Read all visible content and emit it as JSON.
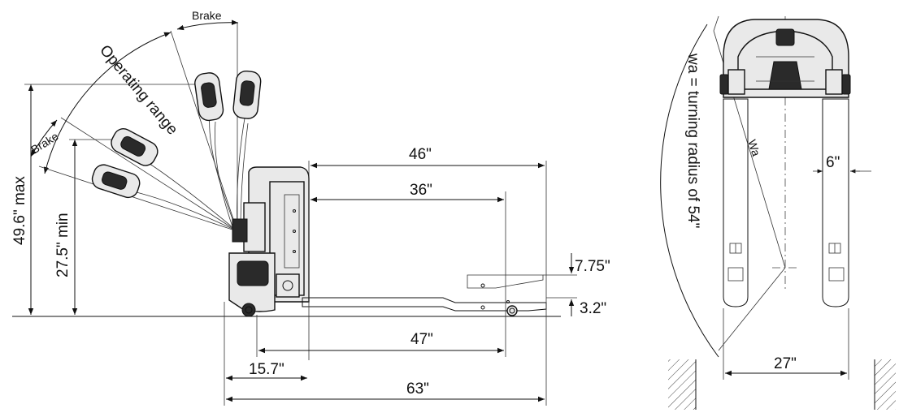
{
  "side_view": {
    "brake_top": "Brake",
    "brake_left": "Brake",
    "operating_range": "Operating range",
    "height_max": "49.6\" max",
    "height_min": "27.5\" min",
    "dim_46": "46\"",
    "dim_36": "36\"",
    "dim_7_75": "7.75\"",
    "dim_3_2": "3.2\"",
    "dim_47": "47\"",
    "dim_15_7": "15.7\"",
    "dim_63": "63\""
  },
  "top_view": {
    "turning_radius": "wa = turning radius of 54\"",
    "wa_label": "Wa",
    "fork_width": "6\"",
    "outer_width": "27\""
  }
}
